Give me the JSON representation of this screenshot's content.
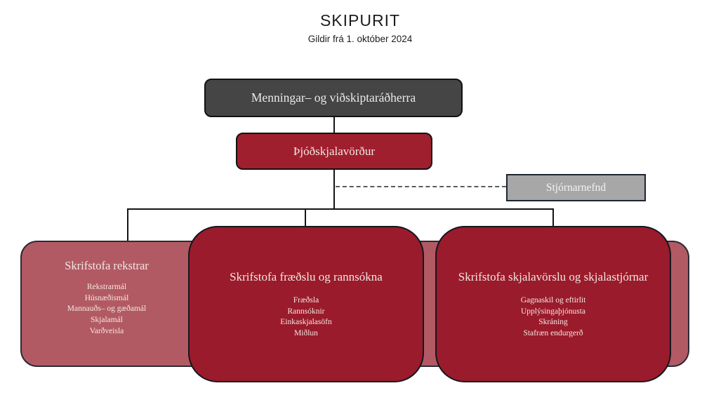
{
  "header": {
    "title": "SKIPURIT",
    "subtitle": "Gildir frá 1. október 2024"
  },
  "org": {
    "minister": {
      "label": "Menningar– og viðskiptaráðherra"
    },
    "director": {
      "label": "Þjóðskjalavörður"
    },
    "board": {
      "label": "Stjórnarnefnd"
    },
    "departments": [
      {
        "title": "Skrifstofa rekstrar",
        "items": [
          "Rekstrarmál",
          "Húsnæðismál",
          "Mannauðs– og gæðamál",
          "Skjalamál",
          "Varðveisla"
        ]
      },
      {
        "title": "Skrifstofa fræðslu og rannsókna",
        "items": [
          "Fræðsla",
          "Rannsóknir",
          "Einkaskjalasöfn",
          "Miðlun"
        ]
      },
      {
        "title": "Skrifstofa skjalavörslu og skjalastjórnar",
        "items": [
          "Gagnaskil og eftirlit",
          "Upplýsingaþjónusta",
          "Skráning",
          "Stafræn endurgerð"
        ]
      }
    ]
  },
  "colors": {
    "minister_box": "#454545",
    "director_box": "#9f1f2e",
    "department_box": "#9a1b2b",
    "back_box": "#b25a64",
    "board_box": "#a7a7a7",
    "connector": "#141414",
    "dashed_connector": "#5c5c5c",
    "box_text": "#f2e6e2"
  }
}
